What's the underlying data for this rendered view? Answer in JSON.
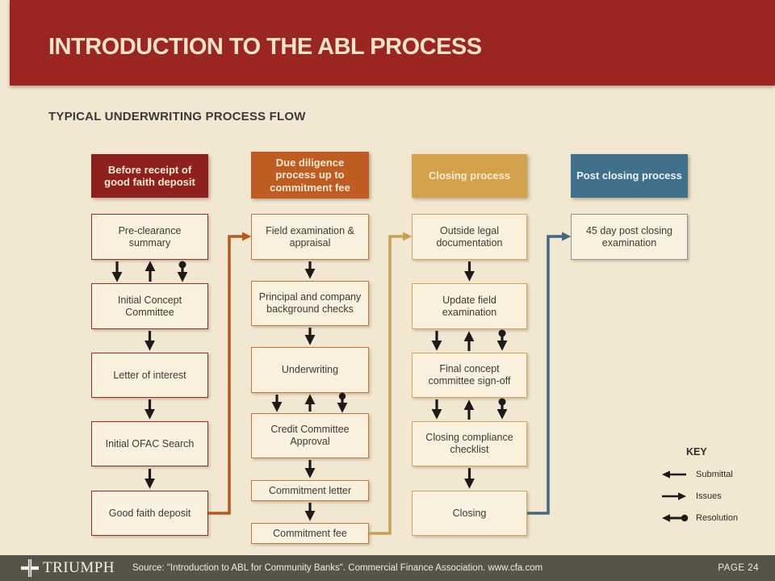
{
  "slide": {
    "title": "INTRODUCTION TO THE ABL PROCESS",
    "subtitle": "TYPICAL UNDERWRITING PROCESS FLOW"
  },
  "columns": [
    {
      "id": "before-receipt",
      "header": "Before receipt of good faith deposit",
      "header_bg": "#8e211d",
      "boxes": [
        "Pre-clearance summary",
        "Initial Concept Committee",
        "Letter of interest",
        "Initial OFAC Search",
        "Good faith deposit"
      ]
    },
    {
      "id": "due-diligence",
      "header": "Due diligence process up to commitment fee",
      "header_bg": "#bf5c22",
      "boxes": [
        "Field examination & appraisal",
        "Principal and company background checks",
        "Underwriting",
        "Credit Committee Approval",
        "Commitment letter",
        "Commitment fee"
      ]
    },
    {
      "id": "closing-process",
      "header": "Closing process",
      "header_bg": "#d5a24c",
      "boxes": [
        "Outside legal documentation",
        "Update field examination",
        "Final concept committee sign-off",
        "Closing compliance checklist",
        "Closing"
      ]
    },
    {
      "id": "post-closing",
      "header": "Post closing process",
      "header_bg": "#40708c",
      "boxes": [
        "45 day post closing examination"
      ]
    }
  ],
  "key": {
    "title": "KEY",
    "items": [
      {
        "label": "Submittal",
        "symbol": "left-arrow"
      },
      {
        "label": "Issues",
        "symbol": "right-arrow"
      },
      {
        "label": "Resolution",
        "symbol": "left-arrow-with-dot"
      }
    ]
  },
  "footer": {
    "logo_text": "TRIUMPH",
    "source": "Source: \"Introduction to ABL for Community Banks\".  Commercial Finance Association.  www.cfa.com",
    "page": "PAGE 24"
  },
  "colors": {
    "background": "#f2e8d2",
    "header_band": "#9a2521",
    "column1_accent": "#8e211d",
    "column2_accent": "#bf5c22",
    "column3_accent": "#d5a24c",
    "column4_accent": "#40708c",
    "connector_orange": "#b65a1d",
    "connector_tan": "#c9a153",
    "connector_blue": "#44697e",
    "arrow_black": "#1d1b19",
    "footer_bar": "#565349"
  }
}
